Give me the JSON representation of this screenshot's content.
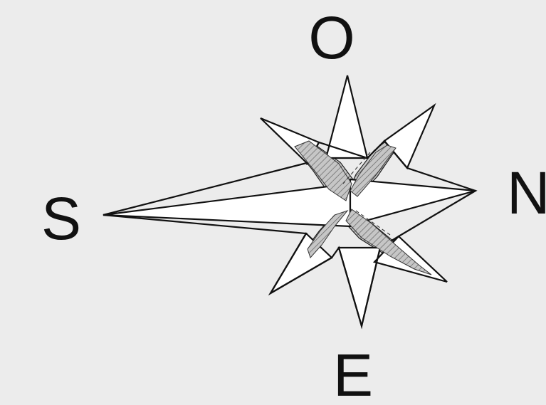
{
  "diagram": {
    "labels": {
      "north": "N",
      "south": "S",
      "top": "O",
      "bottom": "E"
    },
    "colors": {
      "background": "#ececec",
      "stroke": "#111111",
      "ray_fill": "#ffffff",
      "hatch_fill": "#b9b9b9"
    }
  }
}
